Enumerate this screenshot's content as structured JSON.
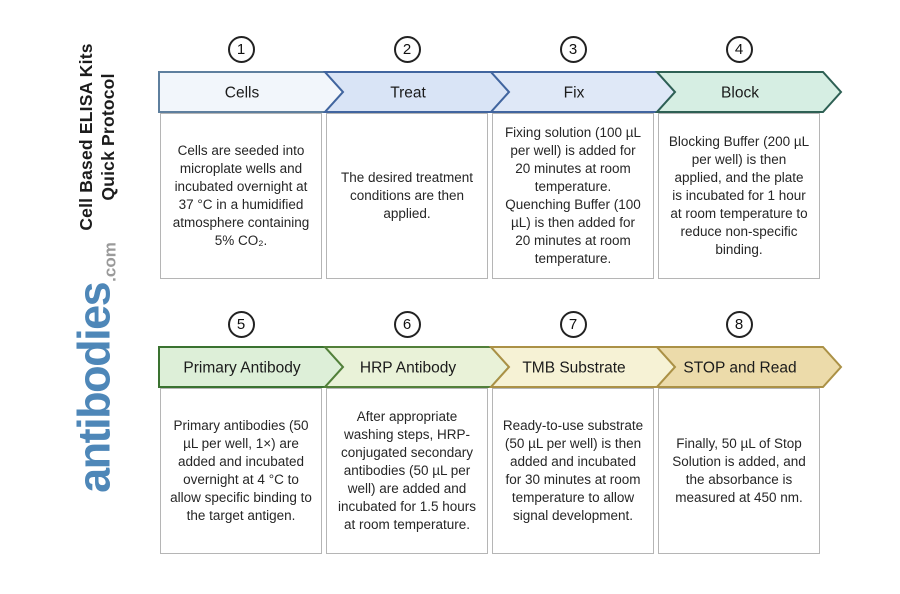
{
  "sidebar": {
    "title_line1": "Cell Based ELISA Kits",
    "title_line2": "Quick Protocol",
    "logo_text": "antibodies",
    "logo_suffix": ".com",
    "logo_color": "#4e87b8",
    "logo_suffix_color": "#9a9a9a"
  },
  "steps": [
    {
      "number": "1",
      "label": "Cells",
      "description": "Cells are seeded into microplate wells and incubated overnight at 37 °C in a humidified atmosphere containing 5% CO₂.",
      "fill": "#f2f6fb",
      "stroke": "#5e7f9e"
    },
    {
      "number": "2",
      "label": "Treat",
      "description": "The desired treatment conditions are then applied.",
      "fill": "#d9e4f6",
      "stroke": "#41659f"
    },
    {
      "number": "3",
      "label": "Fix",
      "description": "Fixing solution (100 µL per well) is added for 20 minutes at room temperature. Quenching Buffer (100 µL) is then added for 20 minutes at room temperature.",
      "fill": "#dfe8f7",
      "stroke": "#41659f"
    },
    {
      "number": "4",
      "label": "Block",
      "description": "Blocking Buffer (200 µL per well) is then applied, and the plate is incubated for 1 hour at room temperature to reduce non-specific binding.",
      "fill": "#d6eee3",
      "stroke": "#2e6054"
    },
    {
      "number": "5",
      "label": "Primary Antibody",
      "description": "Primary antibodies (50 µL per well, 1×) are added and incubated overnight at 4 °C to allow specific binding to the target antigen.",
      "fill": "#ddefd8",
      "stroke": "#3a7230"
    },
    {
      "number": "6",
      "label": "HRP Antibody",
      "description": "After appropriate washing steps, HRP-conjugated secondary antibodies (50 µL per well) are added and incubated for 1.5 hours at room temperature.",
      "fill": "#e9f2d8",
      "stroke": "#52803a"
    },
    {
      "number": "7",
      "label": "TMB Substrate",
      "description": "Ready-to-use substrate (50 µL per well) is then added and incubated for 30 minutes at room temperature to allow signal development.",
      "fill": "#f6f2d5",
      "stroke": "#ab9146"
    },
    {
      "number": "8",
      "label": "STOP and Read",
      "description": "Finally, 50 µL of Stop Solution is added, and the absorbance is measured at 450 nm.",
      "fill": "#ecdbaa",
      "stroke": "#ab9146"
    }
  ]
}
